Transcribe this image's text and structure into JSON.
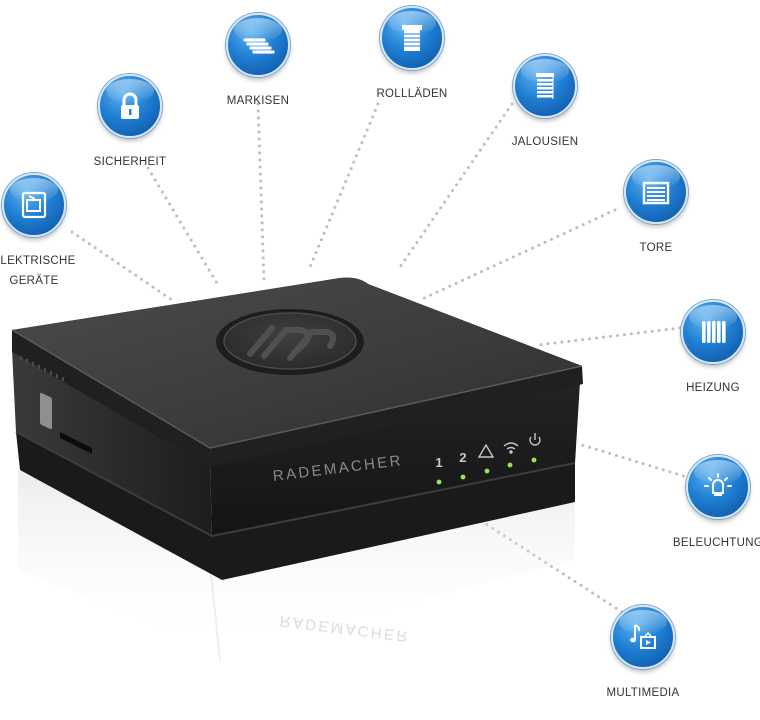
{
  "device": {
    "brand": "RADEMACHER",
    "indicators": [
      "1",
      "2"
    ],
    "indicator_icons": [
      "warning-icon",
      "wifi-icon",
      "power-icon"
    ],
    "led_color": "#9be35a"
  },
  "accent_color": "#1f7fd3",
  "categories": [
    {
      "label": "ELEKTRISCHE\nGERÄTE",
      "icon": "appliance-icon"
    },
    {
      "label": "SICHERHEIT",
      "icon": "lock-icon"
    },
    {
      "label": "MARKISEN",
      "icon": "awning-icon"
    },
    {
      "label": "ROLLLÄDEN",
      "icon": "roller-shutter-icon"
    },
    {
      "label": "JALOUSIEN",
      "icon": "blinds-icon"
    },
    {
      "label": "TORE",
      "icon": "garage-door-icon"
    },
    {
      "label": "HEIZUNG",
      "icon": "radiator-icon"
    },
    {
      "label": "BELEUCHTUNG",
      "icon": "light-icon"
    },
    {
      "label": "MULTIMEDIA",
      "icon": "multimedia-icon"
    }
  ]
}
